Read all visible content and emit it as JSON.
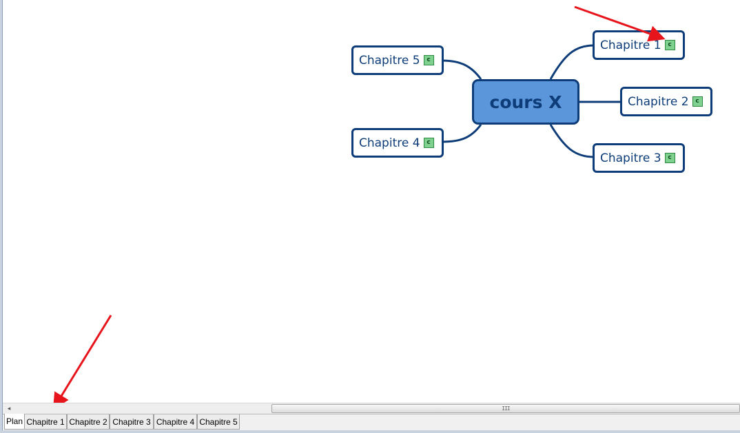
{
  "mindmap": {
    "central_label": "cours X",
    "branches": [
      {
        "label": "Chapitre 1",
        "badge": "c"
      },
      {
        "label": "Chapitre 2",
        "badge": "c"
      },
      {
        "label": "Chapitre 3",
        "badge": "c"
      },
      {
        "label": "Chapitre 4",
        "badge": "c"
      },
      {
        "label": "Chapitre 5",
        "badge": "c"
      }
    ]
  },
  "scrollbar": {
    "left_arrow": "◂",
    "grip": "III"
  },
  "tabs": [
    "Plan",
    "Chapitre 1",
    "Chapitre 2",
    "Chapitre 3",
    "Chapitre 4",
    "Chapitre 5"
  ],
  "active_tab": "Plan",
  "colors": {
    "node_border": "#0d3c78",
    "central_fill": "#5b95da",
    "badge_fill": "#7fd18f",
    "arrow": "#e8141c"
  }
}
